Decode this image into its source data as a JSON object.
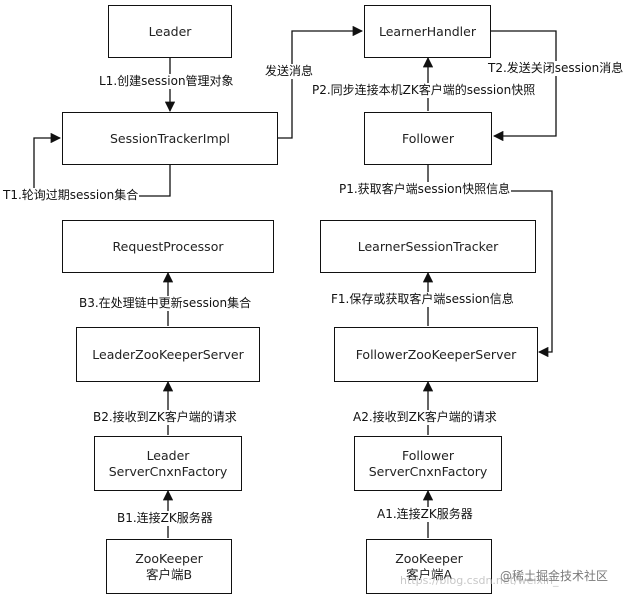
{
  "boxes": {
    "leader": "Leader",
    "session_tracker_impl": "SessionTrackerImpl",
    "request_processor": "RequestProcessor",
    "leader_zk_server": "LeaderZooKeeperServer",
    "leader_cnxn_factory": {
      "line1": "Leader",
      "line2": "ServerCnxnFactory"
    },
    "zk_client_b": {
      "line1": "ZooKeeper",
      "line2": "客户端B"
    },
    "learner_handler": "LearnerHandler",
    "follower": "Follower",
    "learner_session_tracker": "LearnerSessionTracker",
    "follower_zk_server": "FollowerZooKeeperServer",
    "follower_cnxn_factory": {
      "line1": "Follower",
      "line2": "ServerCnxnFactory"
    },
    "zk_client_a": {
      "line1": "ZooKeeper",
      "line2": "客户端A"
    }
  },
  "labels": {
    "l1": "L1.创建session管理对象",
    "send_msg": "发送消息",
    "t1": "T1.轮询过期session集合",
    "b3": "B3.在处理链中更新session集合",
    "b2": "B2.接收到ZK客户端的请求",
    "b1": "B1.连接ZK服务器",
    "p2": "P2.同步连接本机ZK客户端的session快照",
    "t2": "T2.发送关闭session消息",
    "p1": "P1.获取客户端session快照信息",
    "f1": "F1.保存或获取客户端session信息",
    "a2": "A2.接收到ZK客户端的请求",
    "a1": "A1.连接ZK服务器"
  },
  "watermark": {
    "faint": "https://blog.csdn.net/weixin_",
    "brand": "@稀土掘金技术社区"
  }
}
